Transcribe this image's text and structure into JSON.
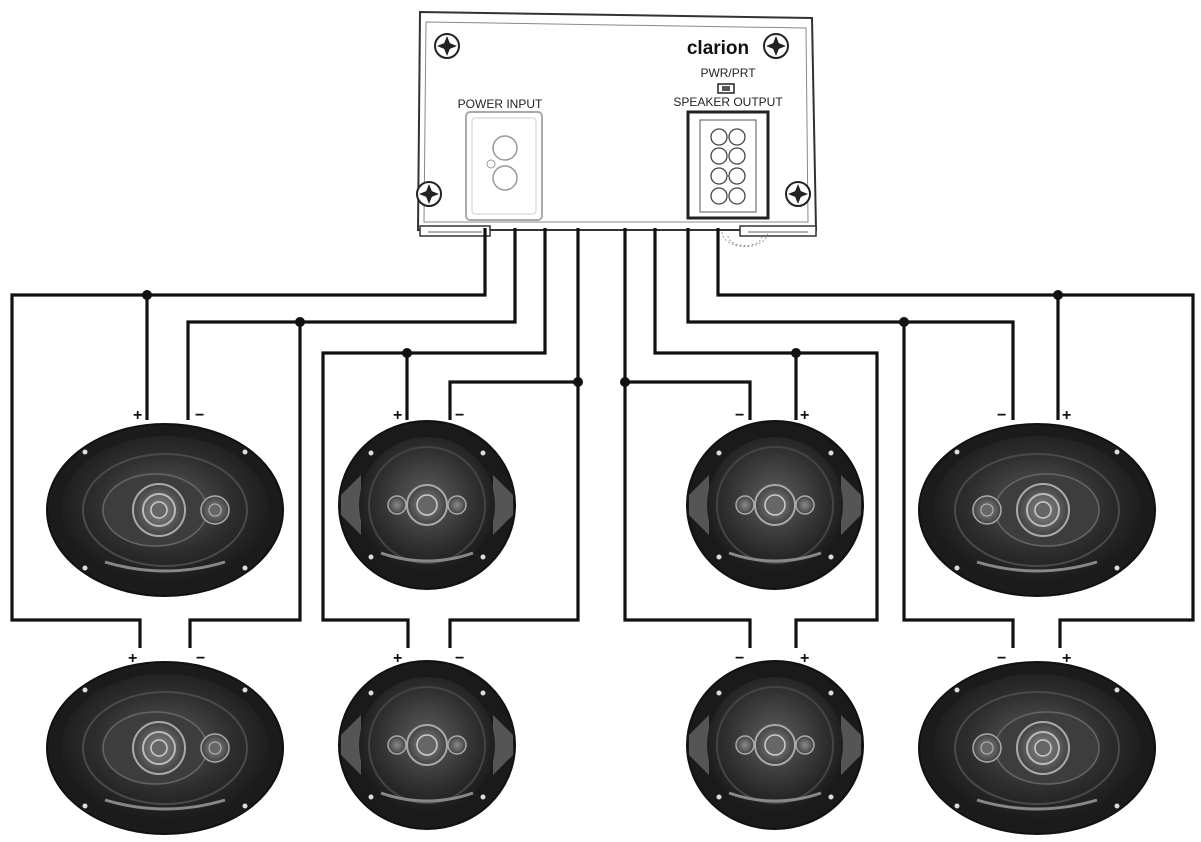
{
  "amplifier": {
    "brand": "clarion",
    "indicator_label": "PWR/PRT",
    "power_input_label": "POWER INPUT",
    "speaker_output_label": "SPEAKER OUTPUT"
  },
  "polarity": {
    "positive": "+",
    "negative": "−"
  },
  "colors": {
    "wire": "#111111",
    "speaker_body": "#2a2a2a",
    "speaker_rim": "#1a1a1a",
    "amp_outline": "#333333"
  },
  "speakers": [
    {
      "id": "left-oval-top",
      "shape": "oval",
      "plus_side": "left"
    },
    {
      "id": "left-oval-bottom",
      "shape": "oval",
      "plus_side": "left"
    },
    {
      "id": "left-round-top",
      "shape": "round",
      "plus_side": "left"
    },
    {
      "id": "left-round-bottom",
      "shape": "round",
      "plus_side": "left"
    },
    {
      "id": "right-round-top",
      "shape": "round",
      "plus_side": "right"
    },
    {
      "id": "right-round-bottom",
      "shape": "round",
      "plus_side": "right"
    },
    {
      "id": "right-oval-top",
      "shape": "oval",
      "plus_side": "right"
    },
    {
      "id": "right-oval-bottom",
      "shape": "oval",
      "plus_side": "right"
    }
  ]
}
